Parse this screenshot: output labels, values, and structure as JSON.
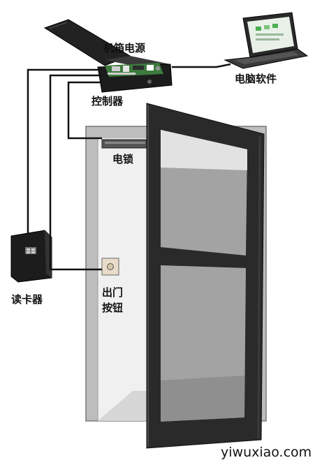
{
  "labels": {
    "power_box": "机箱电源",
    "computer_software": "电脑软件",
    "controller": "控制器",
    "electric_lock": "电锁",
    "card_reader": "读卡器",
    "exit_button_line1": "出门",
    "exit_button_line2": "按钮"
  },
  "watermark": "yiwuxiao.com",
  "colors": {
    "wire": "#111111",
    "door_frame": "#2a2a2a",
    "wall_frame": "#bdbdbd",
    "opening_light": "#f0f0f0",
    "glass": "#a3a3a3",
    "controller_box": "#1c1c1c",
    "circuit_green": "#3d7a3d"
  }
}
